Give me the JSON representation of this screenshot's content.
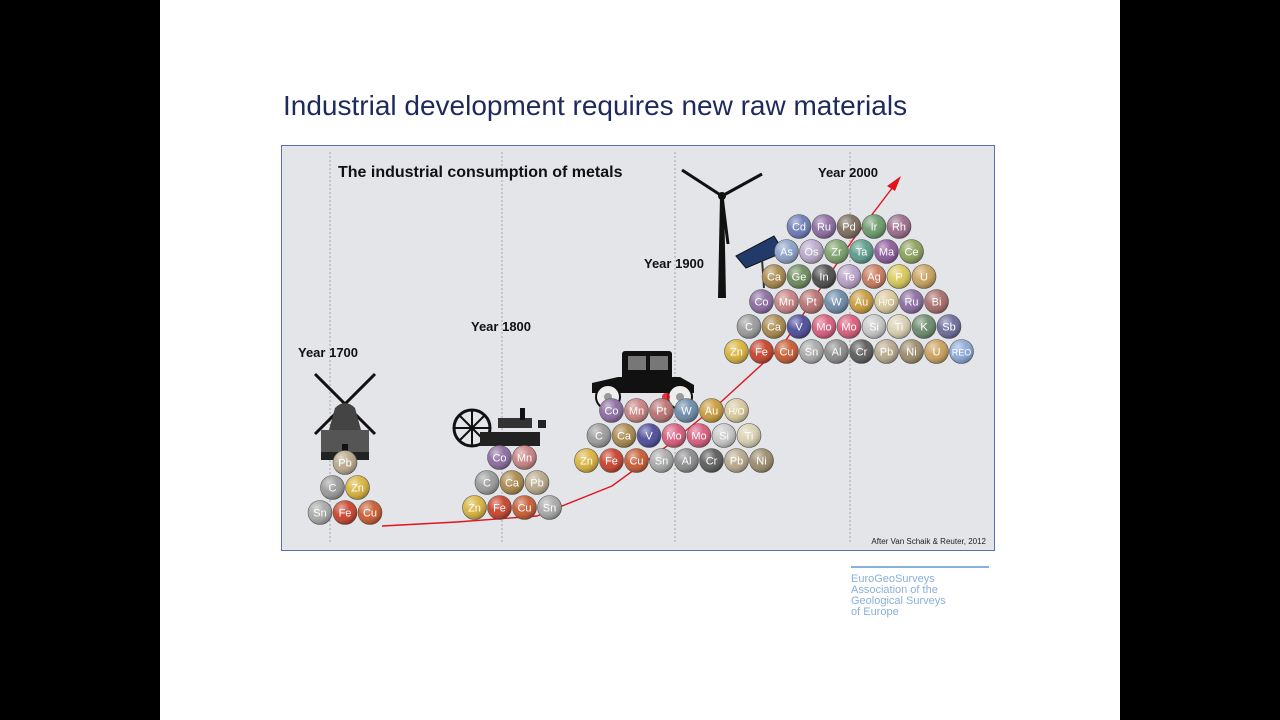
{
  "slide_title": "Industrial development requires new raw materials",
  "figure": {
    "heading": "The industrial consumption of  metals",
    "attribution": "After Van Schaik & Reuter, 2012",
    "eras": [
      {
        "label": "Year 1700",
        "illustration": "windmill-icon",
        "rows": [
          [
            "Pb"
          ],
          [
            "C",
            "Zn"
          ],
          [
            "Sn",
            "Fe",
            "Cu"
          ]
        ]
      },
      {
        "label": "Year 1800",
        "illustration": "steam-engine-icon",
        "rows": [
          [
            "Co",
            "Mn"
          ],
          [
            "C",
            "Ca",
            "Pb"
          ],
          [
            "Zn",
            "Fe",
            "Cu",
            "Sn"
          ]
        ]
      },
      {
        "label": "Year 1900",
        "illustration": "car-icon",
        "rows": [
          [
            "Co",
            "Mn",
            "Pt",
            "W",
            "Au",
            "H/O"
          ],
          [
            "C",
            "Ca",
            "V",
            "Mo",
            "Mo",
            "Si",
            "Ti"
          ],
          [
            "Zn",
            "Fe",
            "Cu",
            "Sn",
            "Al",
            "Cr",
            "Pb",
            "Ni"
          ]
        ]
      },
      {
        "label": "Year 2000",
        "illustration": "wind-turbine-and-solar-panel-icon",
        "rows": [
          [
            "Cd",
            "Ru",
            "Pd",
            "Ir",
            "Rh"
          ],
          [
            "As",
            "Os",
            "Zr",
            "Ta",
            "Ma",
            "Ce"
          ],
          [
            "Ca",
            "Ge",
            "In",
            "Te",
            "Ag",
            "P",
            "U"
          ],
          [
            "Co",
            "Mn",
            "Pt",
            "W",
            "Au",
            "H/O",
            "Ru",
            "Bi"
          ],
          [
            "C",
            "Ca",
            "V",
            "Mo",
            "Mo",
            "Si",
            "Ti",
            "K",
            "Sb"
          ],
          [
            "Zn",
            "Fe",
            "Cu",
            "Sn",
            "Al",
            "Cr",
            "Pb",
            "Ni",
            "U",
            "REO"
          ]
        ]
      }
    ]
  },
  "logo_lines": [
    "EuroGeoSurveys",
    "Association of the",
    "Geological Surveys",
    "of Europe"
  ],
  "colors": {
    "title": "#1f2a5c",
    "frame": "#5a6fb0",
    "background": "#e3e5e9",
    "trend_line": "#e0141c",
    "logo": "#8ab0d8"
  },
  "element_colors": {
    "Pb": "#b8a88a",
    "C": "#9a9a9a",
    "Zn": "#d8b23a",
    "Sn": "#a8a8a8",
    "Fe": "#c8402a",
    "Cu": "#c8592e",
    "Co": "#8a6aa0",
    "Mn": "#c88080",
    "Ca": "#a8884a",
    "Pt": "#b87070",
    "W": "#6a8aa8",
    "Au": "#c89a3a",
    "H/O": "#d8c89a",
    "V": "#4a4a9a",
    "Mo": "#d85a7a",
    "Si": "#c8c8c8",
    "Ti": "#d8d0b0",
    "Al": "#8a8a8a",
    "Cr": "#5a5a5a",
    "Ni": "#9a8a6a",
    "Cd": "#6a7ab8",
    "Ru": "#8a6aa0",
    "Pd": "#7a6a5a",
    "Ir": "#6a9a6a",
    "Rh": "#9a6a8a",
    "As": "#8aa0c8",
    "Os": "#b8a8c8",
    "Zr": "#7aa06a",
    "Ta": "#5a9a8a",
    "Ma": "#8a5a9a",
    "Ce": "#8aa05a",
    "Ge": "#6a8a5a",
    "In": "#4a4a4a",
    "Te": "#b8a0c8",
    "Ag": "#c87a5a",
    "P": "#d8c85a",
    "U": "#c8a05a",
    "Bi": "#a86a6a",
    "K": "#6a8a6a",
    "Sb": "#6a6a9a",
    "REO": "#8aa8d8"
  }
}
